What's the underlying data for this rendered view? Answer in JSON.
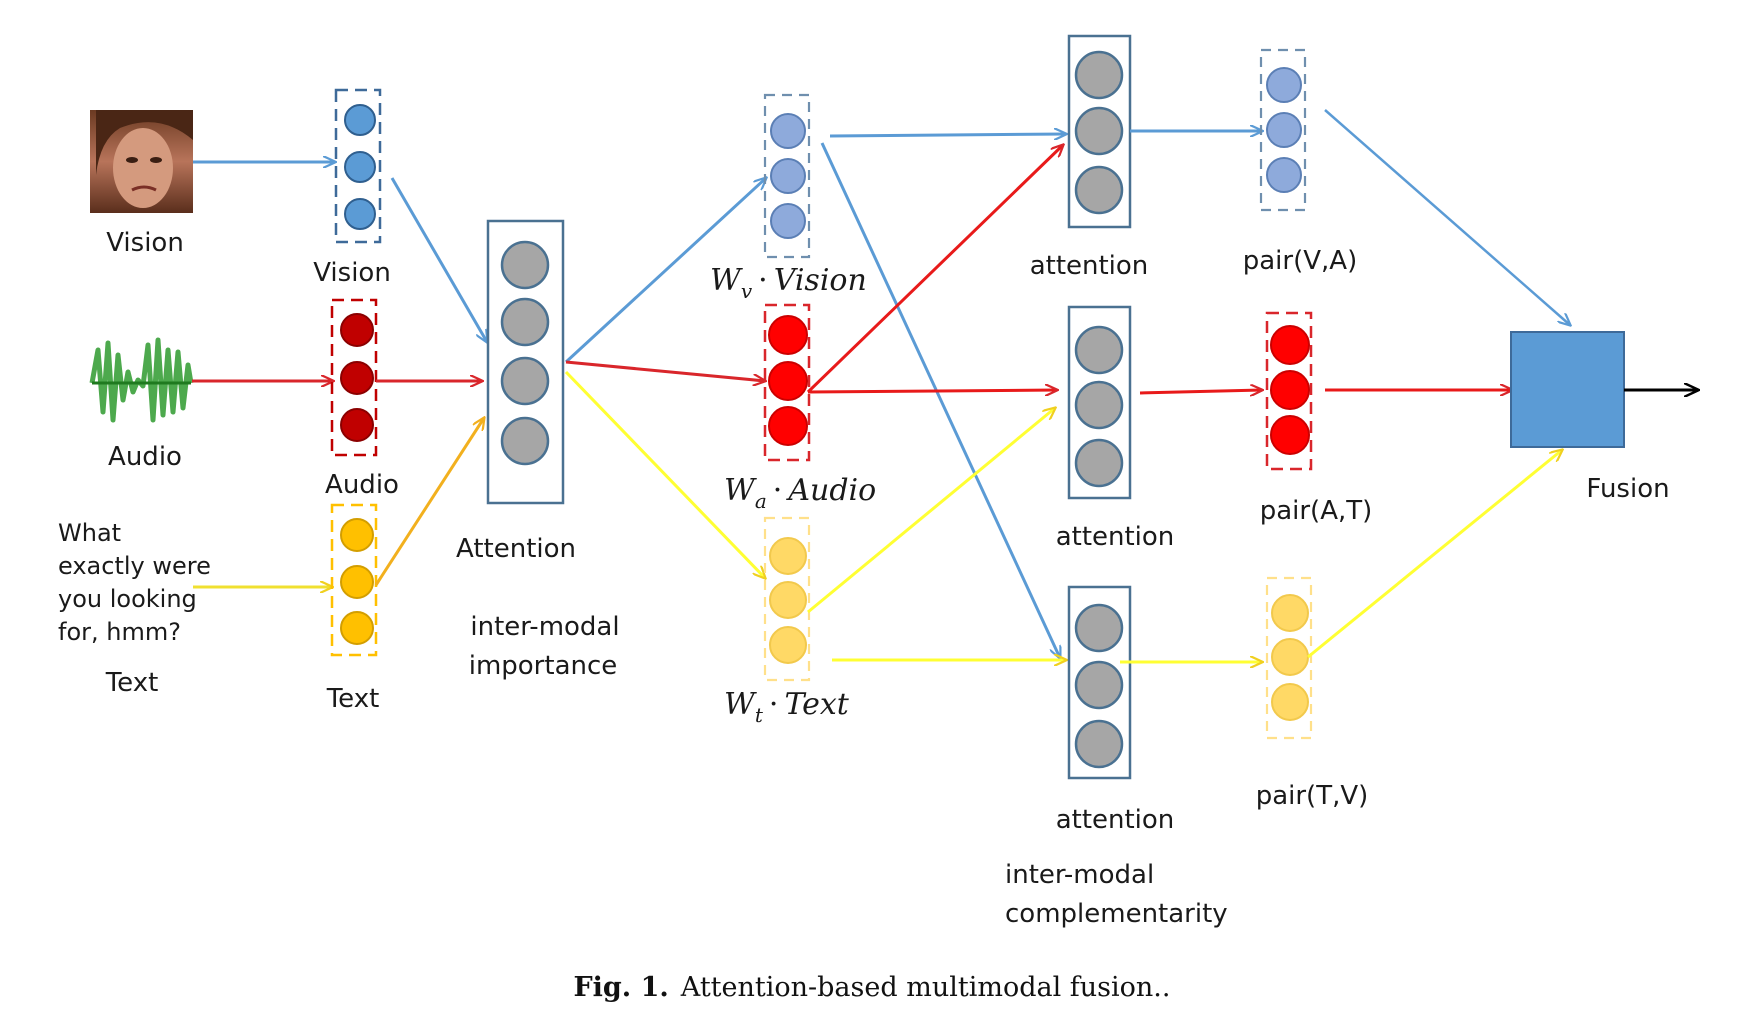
{
  "inputs": {
    "vision_label": "Vision",
    "audio_label": "Audio",
    "text_label": "Text",
    "utterance_lines": [
      "What",
      "exactly were",
      "you looking",
      "for, hmm?"
    ]
  },
  "encoders": {
    "vision_label": "Vision",
    "audio_label": "Audio",
    "text_label": "Text"
  },
  "attention_block": {
    "label": "Attention",
    "caption_lines": [
      "inter-modal",
      "importance"
    ]
  },
  "weighted": {
    "vision": {
      "w": "W",
      "sub": "v",
      "dot": "·",
      "name": "Vision"
    },
    "audio": {
      "w": "W",
      "sub": "a",
      "dot": "·",
      "name": "Audio"
    },
    "text": {
      "w": "W",
      "sub": "t",
      "dot": "·",
      "name": "Text"
    }
  },
  "pair_attention": {
    "top_label": "attention",
    "mid_label": "attention",
    "bot_label": "attention",
    "caption_lines": [
      "inter-modal",
      "complementarity"
    ]
  },
  "pairs": {
    "va_label": "pair(V,A)",
    "at_label": "pair(A,T)",
    "tv_label": "pair(T,V)"
  },
  "fusion": {
    "label": "Fusion"
  },
  "figure_caption": {
    "prefix": "Fig. 1.",
    "text": "Attention-based multimodal fusion.."
  },
  "colors": {
    "vision_line": "#5b9bd5",
    "vision_node": "#5b9bd5",
    "vision_node_light": "#8eaadb",
    "audio_line": "#d9262b",
    "audio_node_dark": "#c00000",
    "audio_node_bright": "#ff0000",
    "text_line": "#ffff33",
    "text_node": "#ffc000",
    "text_node_light": "#ffd966",
    "attention_node": "#a6a6a6",
    "block_border": "#4a7191",
    "fusion_box": "#5b9bd5"
  }
}
